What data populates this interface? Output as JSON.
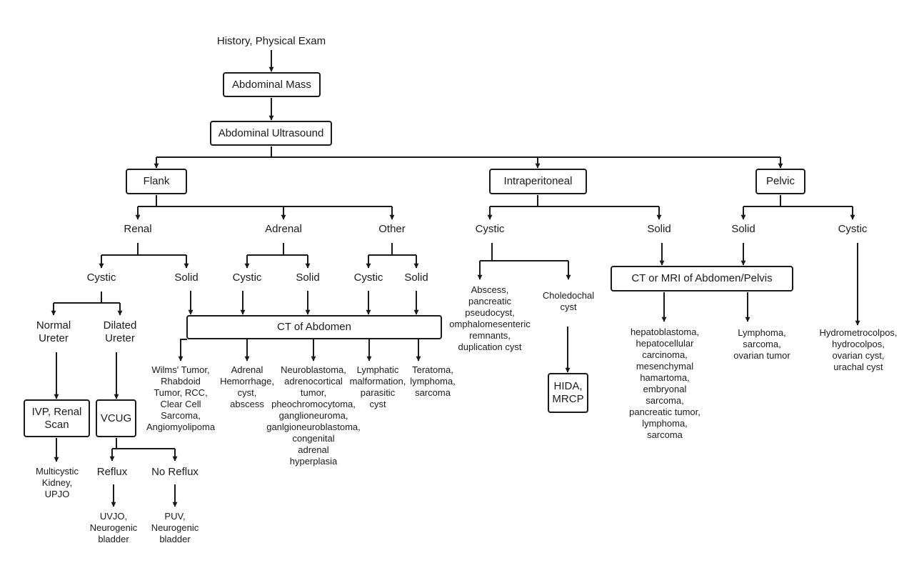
{
  "root": {
    "history": "History, Physical Exam",
    "mass": "Abdominal Mass",
    "ultrasound": "Abdominal Ultrasound"
  },
  "flank": {
    "label": "Flank",
    "renal": {
      "label": "Renal",
      "cystic": "Cystic",
      "solid": "Solid",
      "normal_ureter": "Normal\nUreter",
      "dilated_ureter": "Dilated\nUreter",
      "ivp_scan": "IVP, Renal\nScan",
      "vcug": "VCUG",
      "multicystic": "Multicystic\nKidney,\nUPJO",
      "reflux": "Reflux",
      "no_reflux": "No Reflux",
      "uvjo": "UVJO,\nNeurogenic\nbladder",
      "puv": "PUV,\nNeurogenic\nbladder"
    },
    "adrenal": {
      "label": "Adrenal",
      "cystic": "Cystic",
      "solid": "Solid"
    },
    "other": {
      "label": "Other",
      "cystic": "Cystic",
      "solid": "Solid"
    },
    "ct_abdomen": "CT  of Abdomen",
    "results": {
      "renal_solid": "Wilms' Tumor,\nRhabdoid\nTumor, RCC,\nClear Cell\nSarcoma,\nAngiomyolipoma",
      "adrenal_cystic": "Adrenal\nHemorrhage,\ncyst,\nabscess",
      "adrenal_solid": "Neuroblastoma,\nadrenocortical\ntumor,\npheochromocytoma,\nganglioneuroma,\nganlgioneuroblastoma,\ncongenital\nadrenal\nhyperplasia",
      "other_cystic": "Lymphatic\nmalformation,\nparasitic\ncyst",
      "other_solid": "Teratoma,\nlymphoma,\nsarcoma"
    }
  },
  "intraperitoneal": {
    "label": "Intraperitoneal",
    "cystic": "Cystic",
    "solid": "Solid",
    "cystic_list": "Abscess,\npancreatic\npseudocyst,\nomphalomesenteric\nremnants,\nduplication cyst",
    "choledochal": "Choledochal\ncyst",
    "hida": "HIDA,\nMRCP"
  },
  "pelvic": {
    "label": "Pelvic",
    "solid": "Solid",
    "cystic": "Cystic",
    "cystic_list": "Hydrometrocolpos,\nhydrocolpos,\novarian cyst,\nurachal cyst"
  },
  "ct_mri": "CT  or MRI of Abdomen/Pelvis",
  "ct_mri_results": {
    "intra_solid": "hepatoblastoma,\nhepatocellular\ncarcinoma,\nmesenchymal\nhamartoma,\nembryonal\nsarcoma,\npancreatic tumor,\nlymphoma,\nsarcoma",
    "pelvic_solid": "Lymphoma,\nsarcoma,\novarian tumor"
  }
}
